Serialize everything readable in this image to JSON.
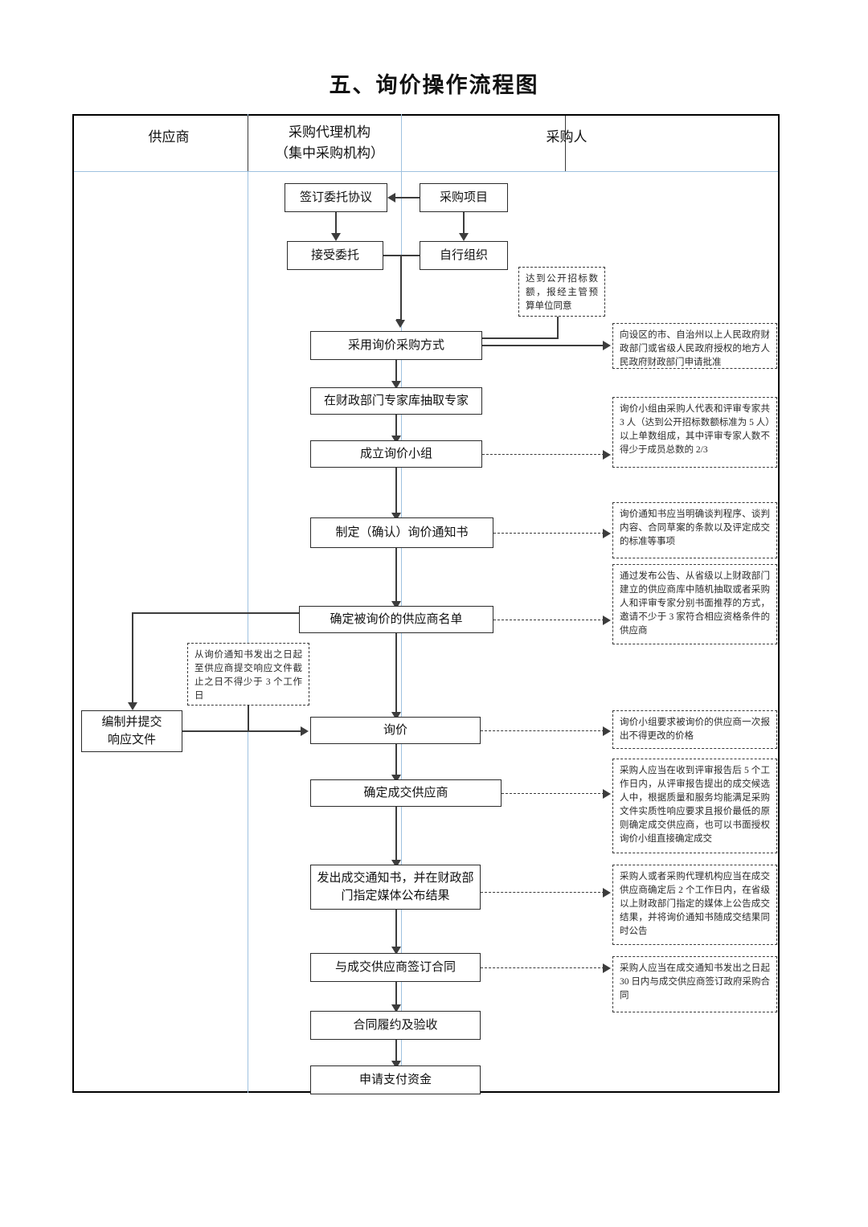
{
  "document": {
    "title": "五、询价操作流程图"
  },
  "lanes": [
    {
      "id": "supplier",
      "label": "供应商"
    },
    {
      "id": "agency",
      "line1": "采购代理机构",
      "line2": "（集中采购机构）"
    },
    {
      "id": "purchaser",
      "label": "采购人"
    }
  ],
  "nodes": {
    "sign_entrust": "签订委托协议",
    "procurement_project": "采购项目",
    "accept_entrust": "接受委托",
    "self_organize": "自行组织",
    "adopt_inquiry": "采用询价采购方式",
    "draw_experts": "在财政部门专家库抽取专家",
    "form_group": "成立询价小组",
    "make_notice": "制定（确认）询价通知书",
    "confirm_supplier_list": "确定被询价的供应商名单",
    "prepare_response_l1": "编制并提交",
    "prepare_response_l2": "响应文件",
    "inquiry": "询价",
    "confirm_winner": "确定成交供应商",
    "issue_notice_l1": "发出成交通知书，并在财政部",
    "issue_notice_l2": "门指定媒体公布结果",
    "sign_contract": "与成交供应商签订合同",
    "contract_performance": "合同履约及验收",
    "apply_payment": "申请支付资金"
  },
  "notes": {
    "open_bid_threshold": "达到公开招标数额，报经主管预算单位同意",
    "apply_approval": "向设区的市、自治州以上人民政府财政部门或省级人民政府授权的地方人民政府财政部门申请批准",
    "group_composition": "询价小组由采购人代表和评审专家共 3 人（达到公开招标数额标准为 5 人）以上单数组成，其中评审专家人数不得少于成员总数的 2/3",
    "notice_content": "询价通知书应当明确谈判程序、谈判内容、合同草案的条款以及评定成交的标准等事项",
    "supplier_selection": "通过发布公告、从省级以上财政部门建立的供应商库中随机抽取或者采购人和评审专家分别书面推荐的方式，邀请不少于 3 家符合相应资格条件的供应商",
    "response_deadline": "从询价通知书发出之日起至供应商提交响应文件截止之日不得少于 3 个工作日",
    "one_time_quote": "询价小组要求被询价的供应商一次报出不得更改的价格",
    "winner_determination": "采购人应当在收到评审报告后 5 个工作日内，从评审报告提出的成交候选人中，根据质量和服务均能满足采购文件实质性响应要求且报价最低的原则确定成交供应商，也可以书面授权询价小组直接确定成交",
    "result_announcement": "采购人或者采购代理机构应当在成交供应商确定后 2 个工作日内，在省级以上财政部门指定的媒体上公告成交结果，并将询价通知书随成交结果同时公告",
    "contract_deadline": "采购人应当在成交通知书发出之日起 30 日内与成交供应商签订政府采购合同"
  },
  "colors": {
    "lane_divider": "#9fc2e0",
    "line": "#3c3c3c",
    "box_border": "#2b2b2b",
    "note_border": "#3a3a3a"
  }
}
